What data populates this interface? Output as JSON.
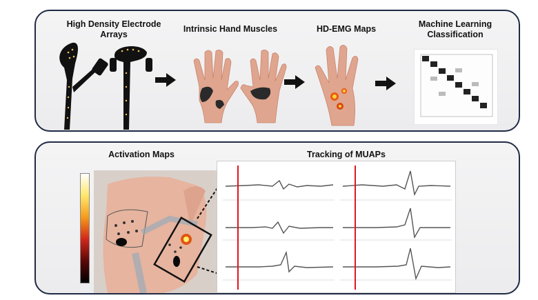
{
  "pipeline": {
    "step1_title": "High Density Electrode\nArrays",
    "step2_title": "Intrinsic Hand Muscles",
    "step3_title": "HD-EMG Maps",
    "step4_title": "Machine Learning\nClassification"
  },
  "analysis": {
    "activation_title": "Activation Maps",
    "tracking_title": "Tracking of MUAPs"
  },
  "colors": {
    "panel_border": "#1f2a44",
    "electrode": "#111111",
    "skin": "#e0a58e",
    "marker_line": "#e0161b",
    "trace": "#555555"
  }
}
